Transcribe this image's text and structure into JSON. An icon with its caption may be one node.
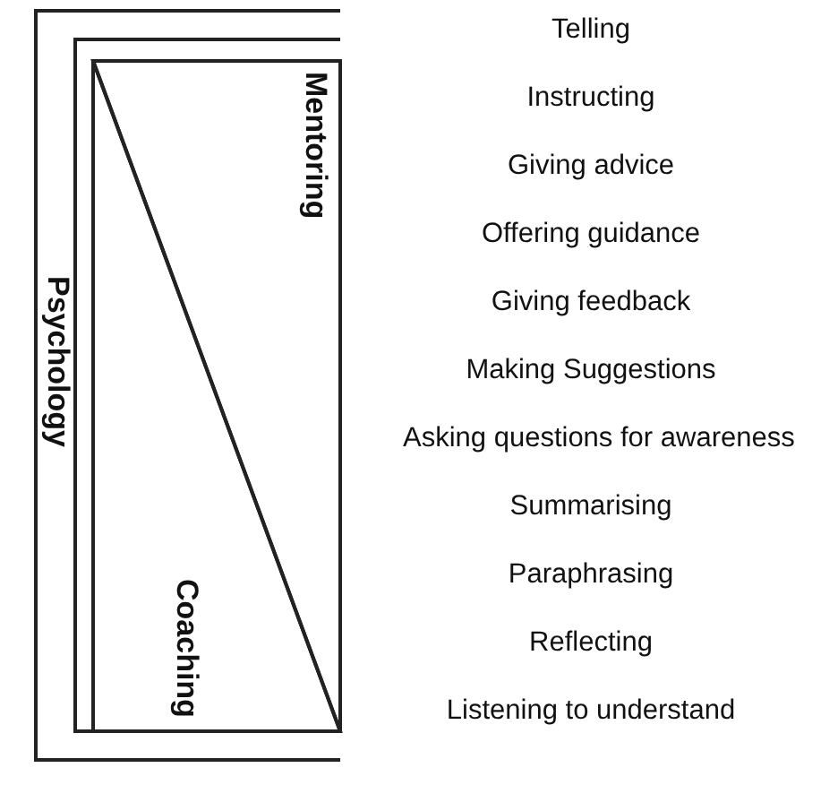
{
  "diagram": {
    "nodes": [
      {
        "text": [
          "Psychology"
        ]
      },
      {
        "text": [
          "Mentoring"
        ],
        "in": 0
      },
      {
        "text": [
          "Coaching"
        ],
        "in": 0
      }
    ],
    "labels": [
      "Telling",
      "Instructing",
      "Giving advice",
      "Offering guidance",
      "Giving feedback",
      "Making Suggestions",
      "Asking questions for awareness",
      "Summarising",
      "Paraphrasing",
      "Reflecting",
      "Listening to understand"
    ]
  }
}
